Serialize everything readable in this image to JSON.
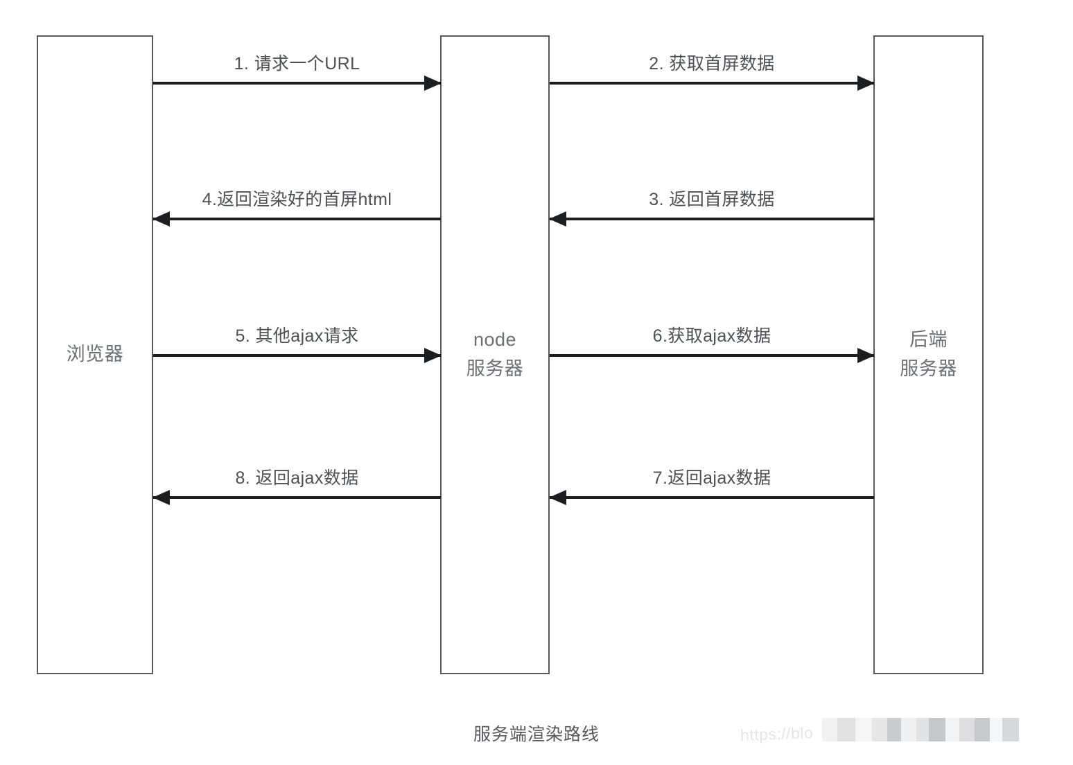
{
  "diagram": {
    "type": "sequence-diagram",
    "caption": "服务端渲染路线",
    "participants": [
      {
        "id": "browser",
        "label": "浏览器"
      },
      {
        "id": "node",
        "label": "node\n服务器"
      },
      {
        "id": "backend",
        "label": "后端\n服务器"
      }
    ],
    "messages": [
      {
        "number": 1,
        "label": "1. 请求一个URL",
        "from": "browser",
        "to": "node",
        "direction": "right"
      },
      {
        "number": 2,
        "label": "2. 获取首屏数据",
        "from": "node",
        "to": "backend",
        "direction": "right"
      },
      {
        "number": 3,
        "label": "3. 返回首屏数据",
        "from": "backend",
        "to": "node",
        "direction": "left"
      },
      {
        "number": 4,
        "label": "4.返回渲染好的首屏html",
        "from": "node",
        "to": "browser",
        "direction": "left"
      },
      {
        "number": 5,
        "label": "5. 其他ajax请求",
        "from": "browser",
        "to": "node",
        "direction": "right"
      },
      {
        "number": 6,
        "label": "6.获取ajax数据",
        "from": "node",
        "to": "backend",
        "direction": "right"
      },
      {
        "number": 7,
        "label": "7.返回ajax数据",
        "from": "backend",
        "to": "node",
        "direction": "left"
      },
      {
        "number": 8,
        "label": "8. 返回ajax数据",
        "from": "node",
        "to": "browser",
        "direction": "left"
      }
    ]
  },
  "watermark": {
    "text": "https://blo"
  },
  "colors": {
    "line": "#1c1f21",
    "box_border": "#555a5e",
    "label_text": "#4c5155",
    "participant_text": "#6a6f73",
    "background": "#ffffff"
  }
}
